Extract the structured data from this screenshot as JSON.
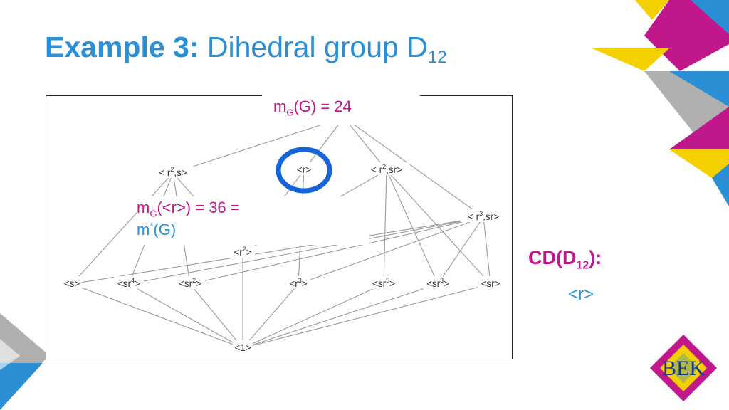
{
  "slide": {
    "title_bold": "Example 3:",
    "title_rest": " Dihedral group D",
    "title_sub": "12"
  },
  "annotations": {
    "top": {
      "prefix": "m",
      "sub": "G",
      "rest": "(G) = 24"
    },
    "middle": {
      "line1_prefix": "m",
      "line1_sub": "G",
      "line1_rest": "(<r>) = 36 =",
      "line2_prefix": "m",
      "line2_sup": "*",
      "line2_rest": "(G)"
    }
  },
  "central_divisor": {
    "label_prefix": "CD(D",
    "label_sub": "12",
    "label_suffix": "):",
    "value": "<r>"
  },
  "lattice": {
    "nodes": [
      {
        "id": "r2s",
        "base": "< r",
        "sup": "2",
        "tail": ",s>"
      },
      {
        "id": "r",
        "base": "<r>",
        "sup": "",
        "tail": ""
      },
      {
        "id": "r2sr",
        "base": "< r",
        "sup": "2",
        "tail": ",sr>"
      },
      {
        "id": "r3sr",
        "base": "< r",
        "sup": "3",
        "tail": ",sr>"
      },
      {
        "id": "r2",
        "base": "<r",
        "sup": "2",
        "tail": ">"
      },
      {
        "id": "s",
        "base": "<s>",
        "sup": "",
        "tail": ""
      },
      {
        "id": "sr4",
        "base": "<sr",
        "sup": "4",
        "tail": ">"
      },
      {
        "id": "sr2",
        "base": "<sr",
        "sup": "2",
        "tail": ">"
      },
      {
        "id": "r3",
        "base": "<r",
        "sup": "3",
        "tail": ">"
      },
      {
        "id": "sr5",
        "base": "<sr",
        "sup": "5",
        "tail": ">"
      },
      {
        "id": "sr3",
        "base": "<sr",
        "sup": "3",
        "tail": ">"
      },
      {
        "id": "sr",
        "base": "<sr>",
        "sup": "",
        "tail": ""
      },
      {
        "id": "one",
        "base": "<1>",
        "sup": "",
        "tail": ""
      }
    ],
    "edges": [
      [
        "top",
        "r2s"
      ],
      [
        "top",
        "r"
      ],
      [
        "top",
        "r2sr"
      ],
      [
        "top",
        "r3sr"
      ],
      [
        "r2s",
        "s"
      ],
      [
        "r2s",
        "sr2"
      ],
      [
        "r2s",
        "sr4"
      ],
      [
        "r2s",
        "r2"
      ],
      [
        "r",
        "r2"
      ],
      [
        "r",
        "r3"
      ],
      [
        "r2sr",
        "sr"
      ],
      [
        "r2sr",
        "sr3"
      ],
      [
        "r2sr",
        "sr5"
      ],
      [
        "r2sr",
        "r2"
      ],
      [
        "r3sr",
        "sr"
      ],
      [
        "r3sr",
        "sr4"
      ],
      [
        "r3sr",
        "r3"
      ],
      [
        "s",
        "r3sr"
      ],
      [
        "sr3",
        "r3sr"
      ],
      [
        "sr2",
        "r3sr"
      ],
      [
        "r2",
        "one"
      ],
      [
        "r3",
        "one"
      ],
      [
        "s",
        "one"
      ],
      [
        "sr4",
        "one"
      ],
      [
        "sr2",
        "one"
      ],
      [
        "sr5",
        "one"
      ],
      [
        "sr3",
        "one"
      ],
      [
        "sr",
        "one"
      ]
    ],
    "highlight_node": "r"
  },
  "logo": {
    "text": "BEK"
  }
}
